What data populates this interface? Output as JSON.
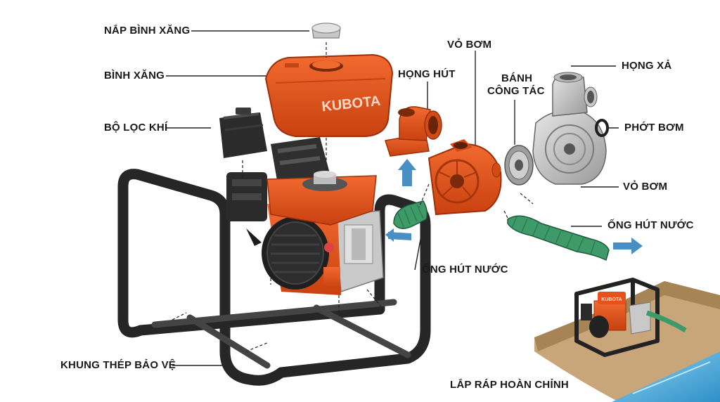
{
  "brand": "KUBOTA",
  "colors": {
    "orange": "#e8501c",
    "orange_dark": "#b9380e",
    "steel": "#2a2a2a",
    "hose": "#3f9a6a",
    "arrow": "#4a8fc4",
    "water": "#5bb7e0",
    "soil": "#c9a67a"
  },
  "labels": {
    "fuel_cap": "NẮP BÌNH XĂNG",
    "fuel_tank": "BÌNH XĂNG",
    "air_filter": "BỘ LỌC KHÍ",
    "frame": "KHUNG THÉP BẢO VỆ",
    "suction_throat": "HỌNG HÚT",
    "pump_housing_top": "VỎ BƠM",
    "impeller_line1": "BÁNH",
    "impeller_line2": "CÔNG TÁC",
    "discharge": "HỌNG XẢ",
    "pump_seal": "PHỚT BƠM",
    "pump_housing_right": "VỎ BƠM",
    "suction_hose_center": "ỐNG HÚT NƯỚC",
    "suction_hose_right": "ỐNG HÚT NƯỚC",
    "assembled": "LẮP RÁP HOÀN CHỈNH"
  },
  "icons": [
    "fuel-cap-icon",
    "fuel-tank-icon",
    "air-filter-icon",
    "engine-icon",
    "frame-icon",
    "suction-elbow-icon",
    "pump-housing-icon",
    "impeller-icon",
    "discharge-housing-icon",
    "seal-ring-icon",
    "hose-icon",
    "flow-arrow-icon",
    "assembled-pump-icon"
  ]
}
